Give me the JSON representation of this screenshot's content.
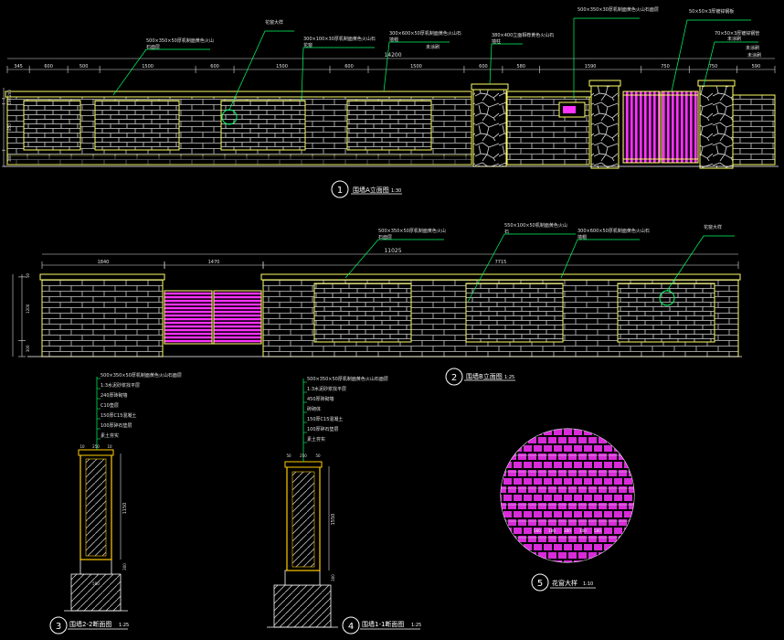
{
  "colors": {
    "background": "#000000",
    "wall_line": "#ffff66",
    "dimension": "#e0e0e0",
    "leader": "#00ff66",
    "brick": "#cfcfcf",
    "gate": "#ff33ff",
    "stone": "#c8c8c8",
    "section_line": "#ffcc00"
  },
  "elevation_a": {
    "dims_top": [
      "345",
      "600",
      "500",
      "1500",
      "600",
      "1500",
      "600",
      "1500",
      "600",
      "580",
      "1590",
      "750",
      "750",
      "590"
    ],
    "overall_dim": "14200",
    "dims_left": [
      "200",
      "100",
      "850",
      "300"
    ],
    "notes": [
      {
        "main": "500×350×50厚机制面黄色火山",
        "sub": "石面层"
      },
      {
        "main": "花窗大样",
        "sub": ""
      },
      {
        "main": "300×100×30厚机制面黄色火山石",
        "sub": "花窗"
      },
      {
        "main": "300×600×50厚机制面黄色火山石",
        "sub": "墙帽"
      },
      {
        "main": "380×400立面相荐黄色火山石",
        "sub": "墙柱"
      },
      {
        "main": "500×350×30厚机制面黄色火山石面层",
        "sub": ""
      },
      {
        "main": "50×50×3厚镀锌钢板",
        "sub": ""
      },
      {
        "main": "70×50×3厚镀锌钢管",
        "sub": ""
      }
    ],
    "right_notes": [
      "未涂刷",
      "未涂刷",
      "未涂刷",
      "未涂刷"
    ],
    "title": "围墙A立面图",
    "scale": "1:30",
    "marker": "1"
  },
  "elevation_b": {
    "dims_top": [
      "1840",
      "1470",
      "7715"
    ],
    "overall_dim": "11025",
    "dims_left": [
      "50",
      "1200",
      "300"
    ],
    "notes": [
      {
        "main": "500×350×50厚机制面黄色火山",
        "sub": "石面层"
      },
      {
        "main": "550×100×50机制面黄色火山",
        "sub": "石"
      },
      {
        "main": "300×600×50厚机制面黄色火山石",
        "sub": "墙帽"
      },
      {
        "main": "花窗大样",
        "sub": ""
      }
    ],
    "title": "围墙B立面图",
    "scale": "1:25",
    "marker": "2"
  },
  "section_3": {
    "layers": [
      "500×350×50厚机制面黄色火山石面层",
      "1:3水泥砂浆找平层",
      "240厚砖砌墙",
      "C10垫层",
      "150厚C15混凝土",
      "100厚碎石垫层",
      "素土夯实"
    ],
    "dims": [
      "10",
      "250",
      "10",
      "1150",
      "300",
      "500"
    ],
    "title": "围墙2-2断面图",
    "scale": "1:25",
    "marker": "3"
  },
  "section_4": {
    "layers": [
      "500×350×50厚机制面黄色火山石面层",
      "1:3水泥砂浆找平层",
      "450厚砖砌墙",
      "砖砌体",
      "150厚C15混凝土",
      "100厚碎石垫层",
      "素土夯实"
    ],
    "dims": [
      "50",
      "250",
      "50",
      "1550",
      "300"
    ],
    "title": "围墙1-1断面图",
    "scale": "1:25",
    "marker": "4"
  },
  "detail_5": {
    "dims": [
      "500",
      "100",
      "300",
      "100",
      "500"
    ],
    "title": "花窗大样",
    "scale": "1:10",
    "marker": "5"
  }
}
